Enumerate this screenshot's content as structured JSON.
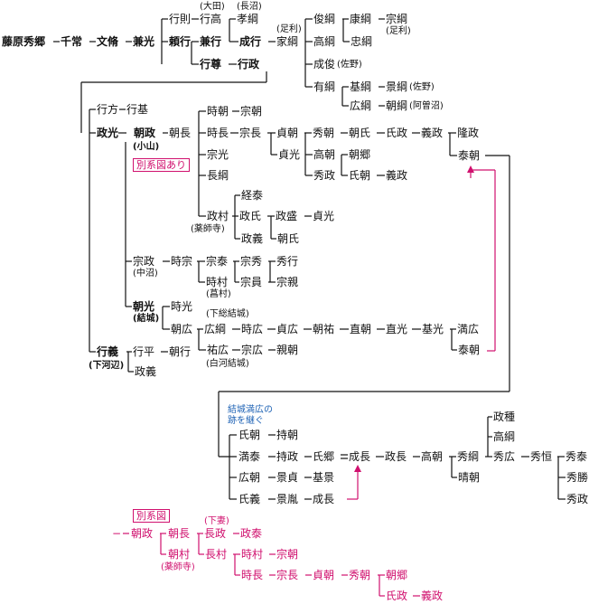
{
  "nodes": {
    "fujiwara_hidesato": "藤原秀郷",
    "chitsune": "千常",
    "fumiyasu": "文脩",
    "kanemitsu": "兼光",
    "yorinori": "頼行",
    "yukinori": "行則",
    "yukitaka": "行高",
    "kanenori": "兼行",
    "yukitaka_t": "行尊",
    "yukimasa": "行政",
    "takatsuna": "孝綱",
    "narinori": "成行",
    "ietsuna": "家綱",
    "toshitsuna": "俊綱",
    "yasutsuna": "康綱",
    "munetsuna": "宗綱",
    "tadatsuna": "忠綱",
    "takatsuna2": "高綱",
    "naritoshi": "成俊",
    "aritsuna": "有綱",
    "mototsuna": "基綱",
    "kagetsuna": "景綱",
    "hirotsuna": "広綱",
    "tomotsuna": "朝綱",
    "yukikata": "行方",
    "yukimoto": "行基",
    "masamitsu": "政光",
    "tomomasa": "朝政",
    "tomonaga": "朝長",
    "tokitomo": "時朝",
    "munetomo": "宗朝",
    "tokinaga": "時長",
    "munenaga": "宗長",
    "sadatomo": "貞朝",
    "sadamitsu": "貞光",
    "hidetomo": "秀朝",
    "tomouji": "朝氏",
    "ujimasa": "氏政",
    "yoshimasa": "義政",
    "takamasa": "隆政",
    "yasutomo": "泰朝",
    "takatomo": "高朝",
    "tomosato": "朝郷",
    "hidemasa": "秀政",
    "ujitomo": "氏朝",
    "yoshimasa2": "義政",
    "munemitsu": "宗光",
    "nagatsuna": "長綱",
    "tsuneyasu": "経泰",
    "masamura": "政村",
    "masauji": "政氏",
    "masamori": "政盛",
    "sadamitsu2": "貞光",
    "masayoshi": "政義",
    "tomouji2": "朝氏",
    "munemasa": "宗政",
    "tokimune": "時宗",
    "muneyasu": "宗泰",
    "munehide": "宗秀",
    "hideyuki": "秀行",
    "tokimura": "時村",
    "munekazu": "宗員",
    "munechika": "宗親",
    "tomomitsu": "朝光",
    "tokimitsu": "時光",
    "tomohiro": "朝広",
    "hirotsuna2": "広綱",
    "tokihiro": "時広",
    "sadahiro": "貞広",
    "tomosuke": "朝祐",
    "naotomo": "直朝",
    "naomitsu": "直光",
    "motomitsu": "基光",
    "mitsuhiro": "満広",
    "yasutomo2": "泰朝",
    "sukehiro": "祐広",
    "munehiro": "宗広",
    "chikatomo": "親朝",
    "yukiyoshi": "行義",
    "yukihira": "行平",
    "tomoyuki": "朝行",
    "masayoshi2": "政義",
    "ujitomo2": "氏朝",
    "mochitomo": "持朝",
    "mitsuyasu": "満泰",
    "mochimasa": "持政",
    "ujisato": "氏郷",
    "shigenaga": "成長",
    "masanaga": "政長",
    "takatomo2": "高朝",
    "hidetsuna": "秀綱",
    "harutomo": "晴朝",
    "masatane": "政種",
    "takatsuna3": "高綱",
    "hidehiro": "秀広",
    "hidetsune": "秀恒",
    "hideyasu": "秀泰",
    "hidekatsu": "秀勝",
    "hidemasa2": "秀政",
    "hirotomo": "広朝",
    "kagesada": "景貞",
    "motokage": "基景",
    "ujiyoshi": "氏義",
    "kageaki": "景胤",
    "shigenaga2": "成長",
    "p_tomomasa": "朝政",
    "p_tomonaga": "朝長",
    "p_nagamasa": "長政",
    "p_masayasu": "政泰",
    "p_tomomura": "朝村",
    "p_nagamura": "長村",
    "p_tokimura": "時村",
    "p_munetomo": "宗朝",
    "p_tokinaga": "時長",
    "p_munenaga": "宗長",
    "p_sadatomo": "貞朝",
    "p_hidetomo": "秀朝",
    "p_tomosato": "朝郷",
    "p_ujimasa": "氏政",
    "p_yoshimasa": "義政"
  },
  "notes": {
    "ota": "(大田)",
    "naganuma": "(長沼)",
    "ashikaga1": "(足利)",
    "ashikaga2": "(足利)",
    "sano": "(佐野)",
    "sano2": "(佐野)",
    "asonuma": "(阿曽沼)",
    "oyama": "(小山)",
    "yakushiji": "(薬師寺)",
    "nakanuma": "(中沼)",
    "kusamura": "(菖村)",
    "yuki": "(結城)",
    "shimofusa_yuki": "(下総結城)",
    "shirakawa_yuki": "(白河結城)",
    "shimokobe": "(下河辺)",
    "shimotsuma": "(下妻)",
    "yakushiji2": "(薬師寺)"
  },
  "labels": {
    "betsukeizu_ari": "別系図あり",
    "betsukeizu": "別系図",
    "yuki_note_1": "結城満広の",
    "yuki_note_2": "跡を継ぐ"
  },
  "colors": {
    "line": "#111111",
    "accent": "#d0106e",
    "note": "#1f63b5"
  }
}
